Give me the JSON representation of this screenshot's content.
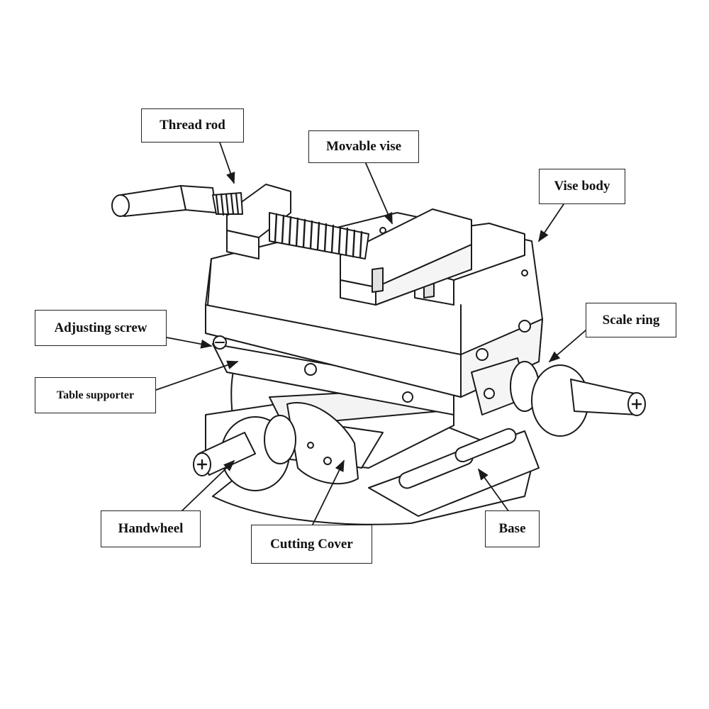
{
  "diagram": {
    "labels": {
      "thread_rod": "Thread rod",
      "movable_vise": "Movable vise",
      "vise_body": "Vise body",
      "adjusting_screw": "Adjusting screw",
      "scale_ring": "Scale ring",
      "table_supporter": "Table supporter",
      "handwheel": "Handwheel",
      "cutting_cover": "Cutting Cover",
      "base": "Base"
    },
    "colors": {
      "line": "#1a1a1a",
      "fill": "#ffffff",
      "shade": "#d9d9d9"
    }
  }
}
